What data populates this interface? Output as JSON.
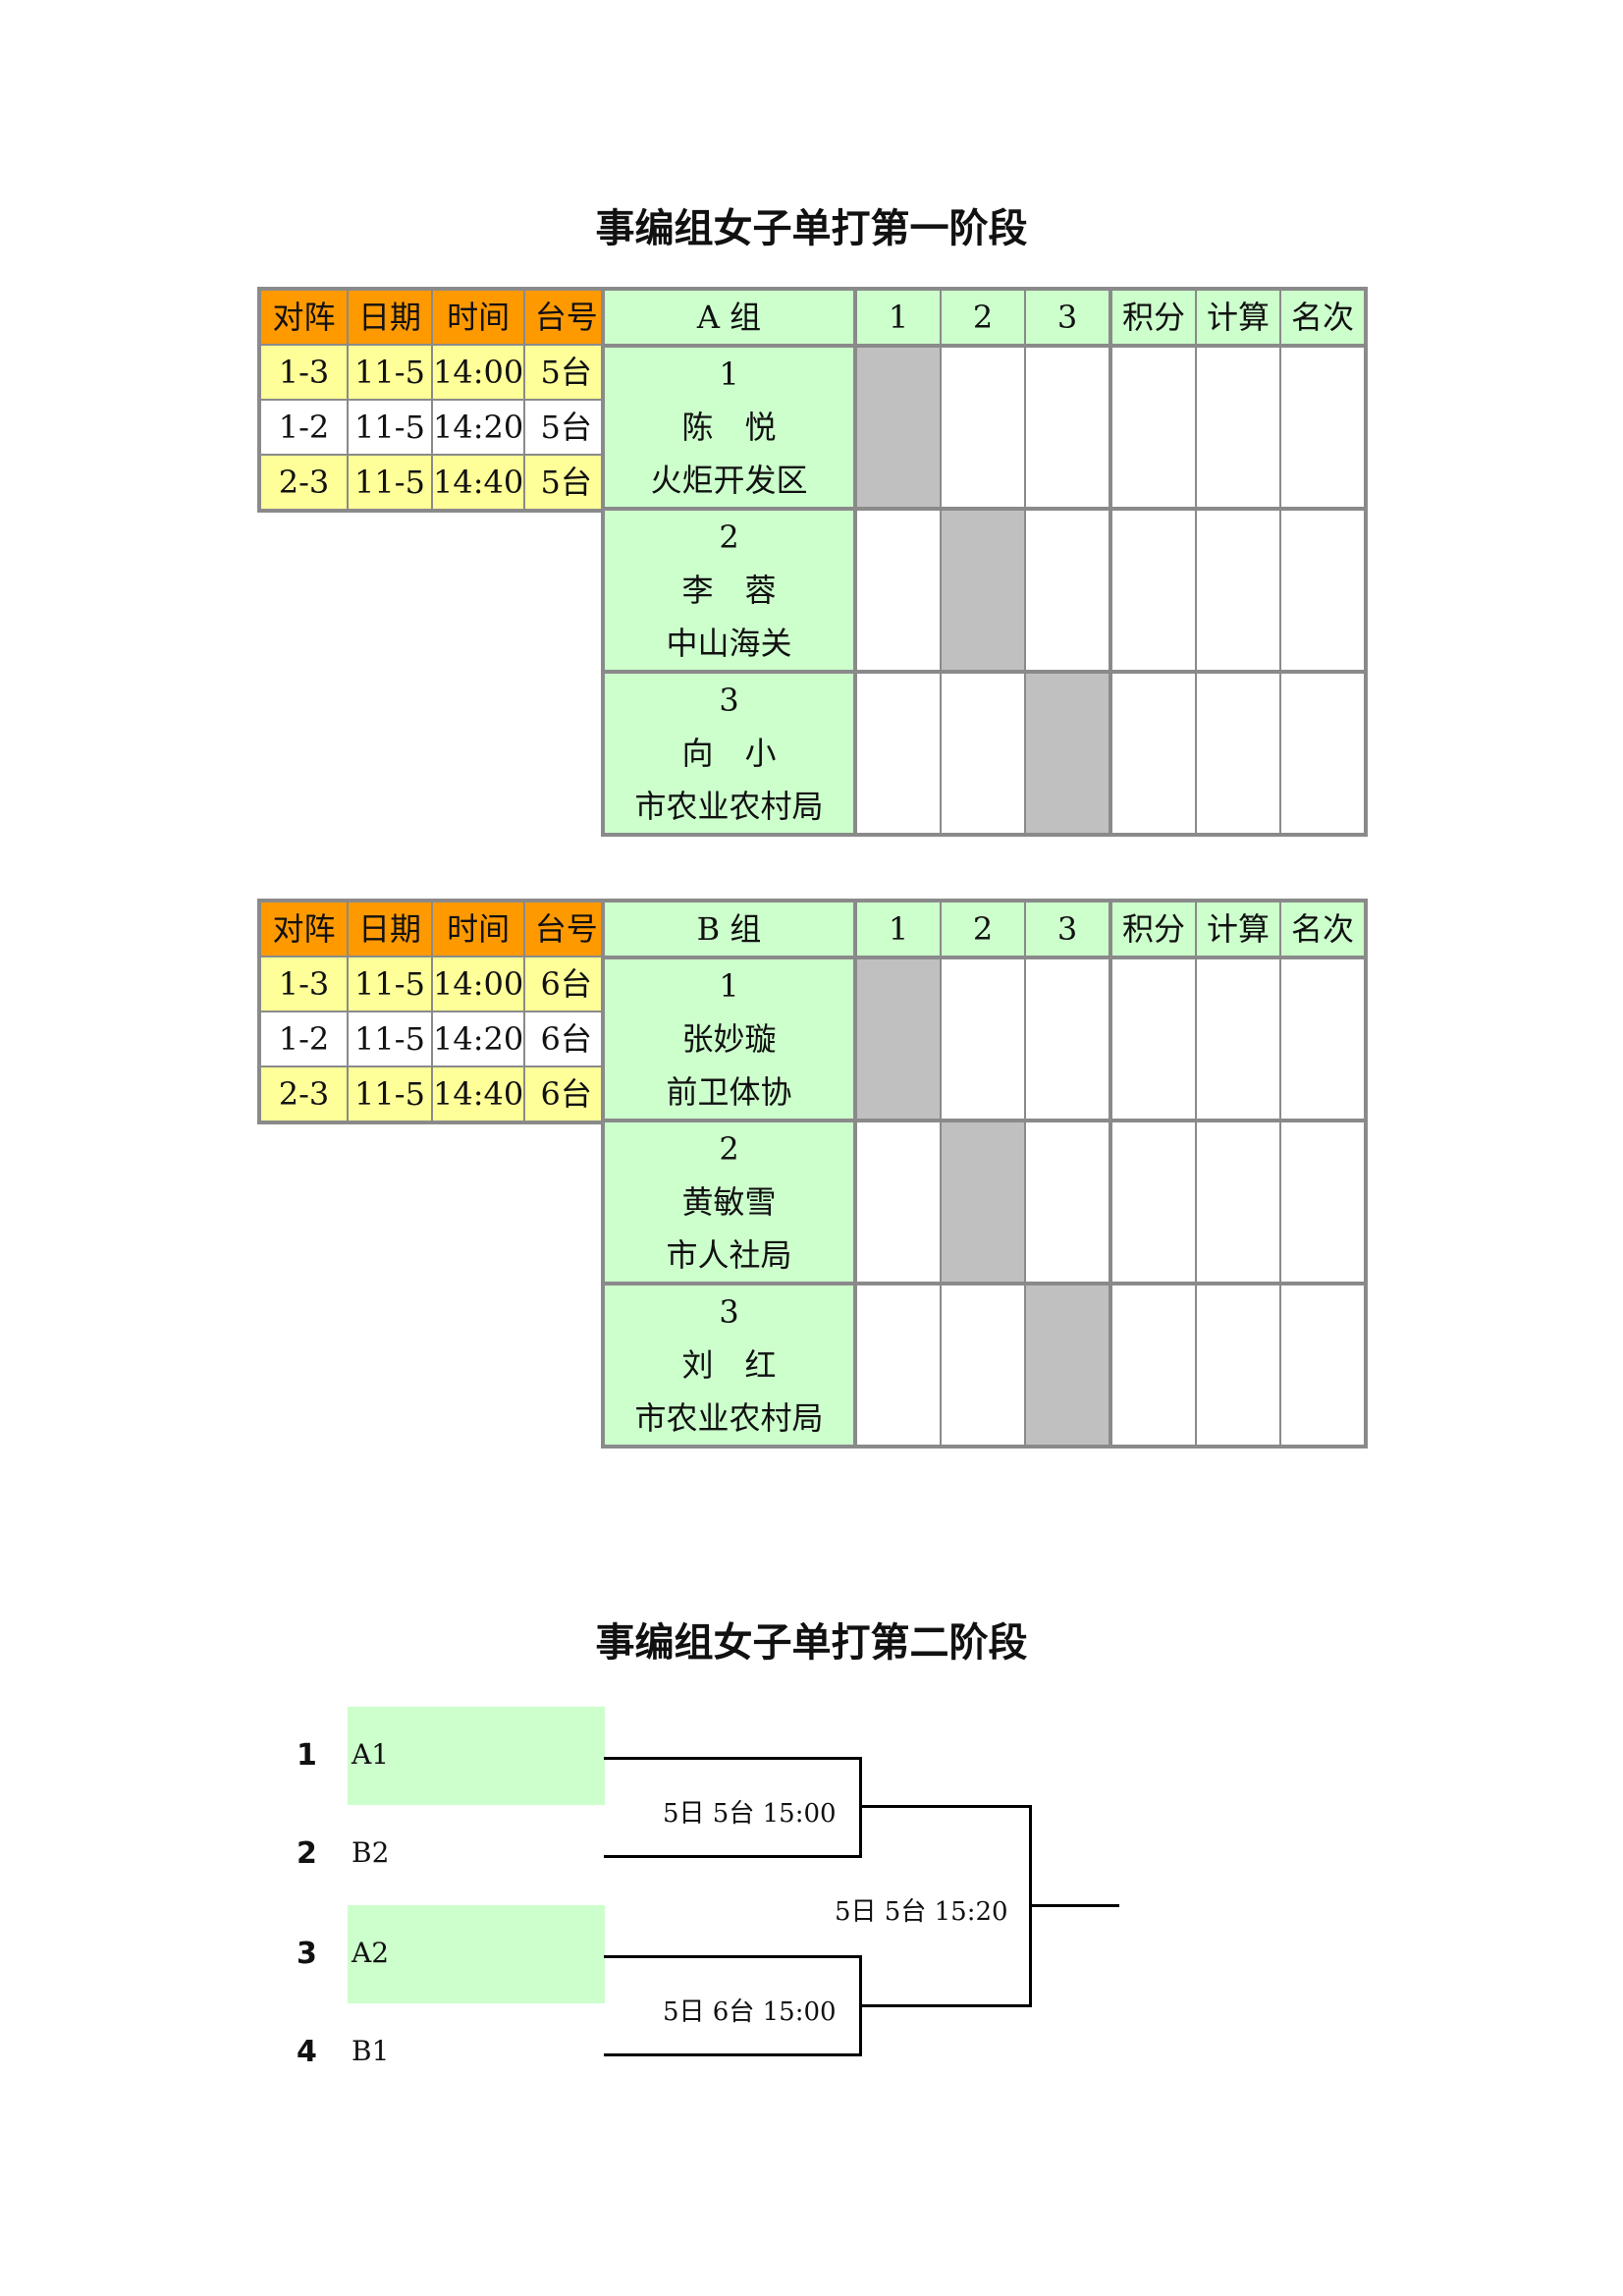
{
  "stage1_title": "事编组女子单打第一阶段",
  "stage2_title": "事编组女子单打第二阶段",
  "schedule_headers": [
    "对阵",
    "日期",
    "时间",
    "台号"
  ],
  "score_headers": [
    "1",
    "2",
    "3",
    "积分",
    "计算",
    "名次"
  ],
  "group_a": {
    "title": "A 组",
    "schedule": [
      {
        "match": "1-3",
        "date": "11-5",
        "time": "14:00",
        "table": "5台"
      },
      {
        "match": "1-2",
        "date": "11-5",
        "time": "14:20",
        "table": "5台"
      },
      {
        "match": "2-3",
        "date": "11-5",
        "time": "14:40",
        "table": "5台"
      }
    ],
    "players": [
      {
        "seed": "1",
        "name": "陈　悦",
        "unit": "火炬开发区"
      },
      {
        "seed": "2",
        "name": "李　蓉",
        "unit": "中山海关"
      },
      {
        "seed": "3",
        "name": "向　小",
        "unit": "市农业农村局"
      }
    ]
  },
  "group_b": {
    "title": "B 组",
    "schedule": [
      {
        "match": "1-3",
        "date": "11-5",
        "time": "14:00",
        "table": "6台"
      },
      {
        "match": "1-2",
        "date": "11-5",
        "time": "14:20",
        "table": "6台"
      },
      {
        "match": "2-3",
        "date": "11-5",
        "time": "14:40",
        "table": "6台"
      }
    ],
    "players": [
      {
        "seed": "1",
        "name": "张妙璇",
        "unit": "前卫体协"
      },
      {
        "seed": "2",
        "name": "黄敏雪",
        "unit": "市人社局"
      },
      {
        "seed": "3",
        "name": "刘　红",
        "unit": "市农业农村局"
      }
    ]
  },
  "bracket": {
    "seeds": [
      {
        "num": "1",
        "label": "A1"
      },
      {
        "num": "2",
        "label": "B2"
      },
      {
        "num": "3",
        "label": "A2"
      },
      {
        "num": "4",
        "label": "B1"
      }
    ],
    "semi1": "5日  5台  15:00",
    "semi2": "5日  6台  15:00",
    "final": "5日  5台  15:20"
  }
}
